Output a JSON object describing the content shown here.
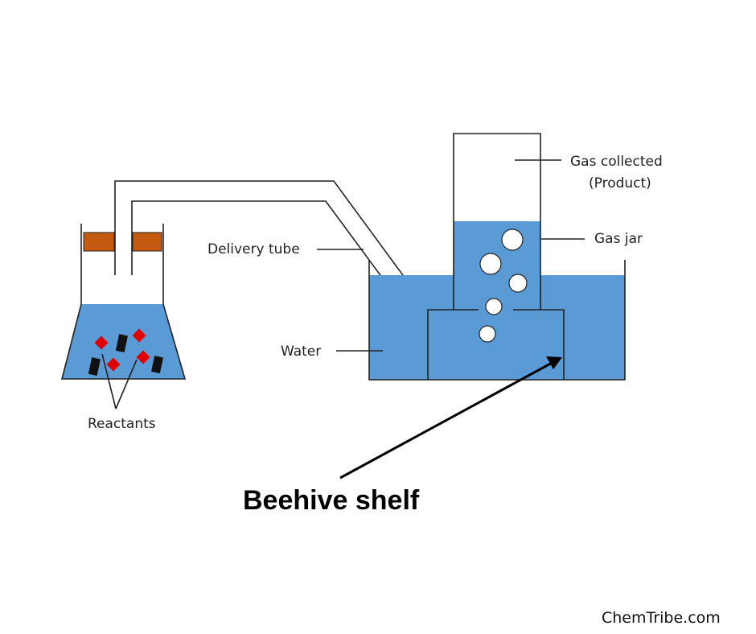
{
  "labels": {
    "gas_collected": "Gas collected",
    "product": "(Product)",
    "gas_jar": "Gas jar",
    "delivery_tube": "Delivery tube",
    "water": "Water",
    "reactants": "Reactants",
    "beehive_shelf": "Beehive shelf",
    "credit": "ChemTribe.com"
  },
  "colors": {
    "water": "#5b9bd5",
    "stopper": "#c55a11",
    "reactant_diamond": "#e00000",
    "reactant_block": "#111111",
    "outline": "#222222"
  }
}
